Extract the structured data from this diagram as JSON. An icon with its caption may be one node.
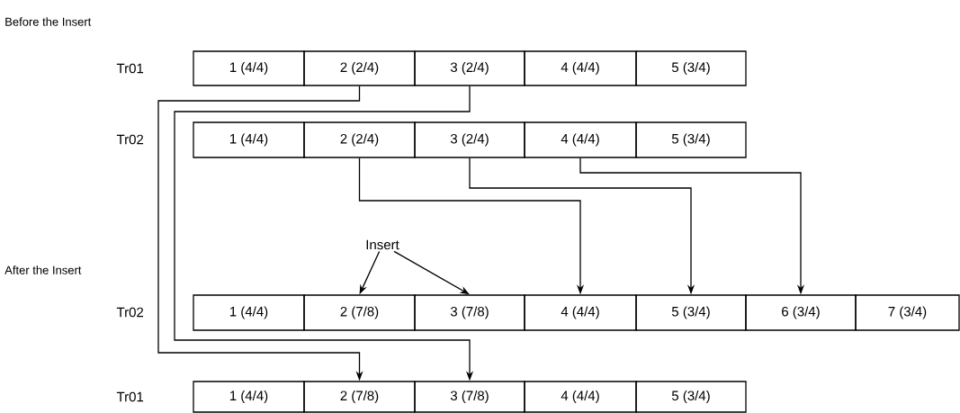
{
  "diagram": {
    "nodes": [
      {
        "text": [
          "1 (4/4)"
        ]
      },
      {
        "text": [
          "2 (2/4)"
        ]
      },
      {
        "text": [
          "3 (2/4)"
        ]
      },
      {
        "text": [
          "4 (4/4)"
        ]
      },
      {
        "text": [
          "5 (3/4)"
        ]
      },
      {
        "text": [
          "1 (4/4)"
        ]
      },
      {
        "text": [
          "2 (2/4)"
        ]
      },
      {
        "text": [
          "3 (2/4)"
        ]
      },
      {
        "text": [
          "4 (4/4)"
        ]
      },
      {
        "text": [
          "5 (3/4)"
        ]
      },
      {
        "text": [
          "Insert"
        ]
      },
      {
        "text": [
          "1 (4/4)"
        ]
      },
      {
        "text": [
          "2 (7/8)"
        ]
      },
      {
        "text": [
          "3 (7/8)"
        ]
      },
      {
        "text": [
          "4 (4/4)"
        ]
      },
      {
        "text": [
          "5 (3/4)"
        ]
      },
      {
        "text": [
          "6 (3/4)"
        ]
      },
      {
        "text": [
          "7 (3/4)"
        ]
      },
      {
        "text": [
          "1 (4/4)"
        ]
      },
      {
        "text": [
          "2 (7/8)"
        ]
      },
      {
        "text": [
          "3 (7/8)"
        ]
      },
      {
        "text": [
          "4 (4/4)"
        ]
      },
      {
        "text": [
          "5 (3/4)"
        ]
      }
    ],
    "edges": [
      {
        "from": 1,
        "to": 19,
        "arrow": "to"
      },
      {
        "from": 2,
        "to": 20,
        "arrow": "to"
      },
      {
        "from": 6,
        "to": 14,
        "arrow": "to"
      },
      {
        "from": 7,
        "to": 15,
        "arrow": "to"
      },
      {
        "from": 8,
        "to": 16,
        "arrow": "to"
      },
      {
        "from": 10,
        "to": 12,
        "arrow": "to"
      },
      {
        "from": 10,
        "to": 13,
        "arrow": "to"
      }
    ],
    "labels": [
      "Before the Insert",
      "Tr01",
      "Tr02",
      "After the Insert",
      "Tr02",
      "Tr01"
    ]
  }
}
